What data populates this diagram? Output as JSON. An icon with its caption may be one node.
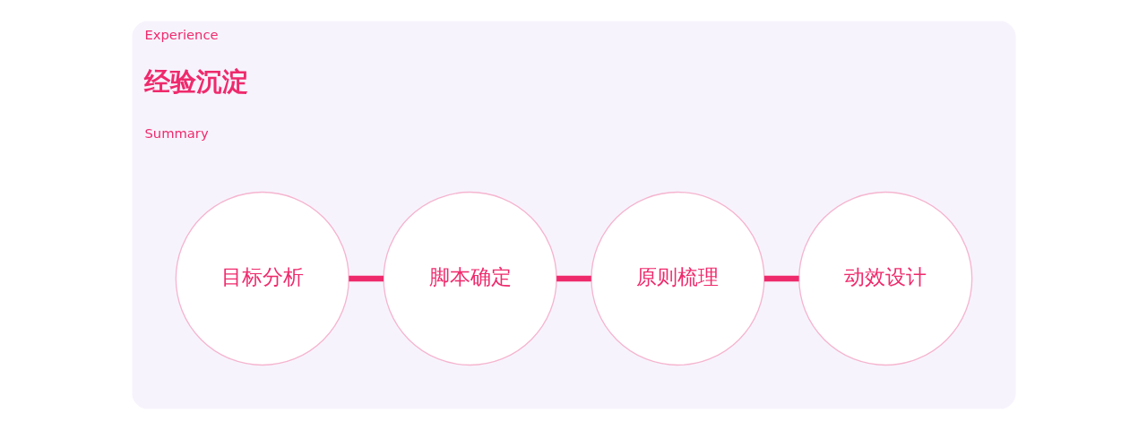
{
  "diagram": {
    "nodes": [
      {
        "text": [
          "Experience",
          "经验沉淀",
          "Summary"
        ]
      },
      {
        "text": [
          "目标分析"
        ],
        "in": 0
      },
      {
        "text": [
          "脚本确定"
        ],
        "in": 0
      },
      {
        "text": [
          "原则梳理"
        ],
        "in": 0
      },
      {
        "text": [
          "动效设计"
        ],
        "in": 0
      }
    ],
    "edges": [
      {
        "from": 1,
        "to": 2,
        "arrow": "none"
      },
      {
        "from": 2,
        "to": 3,
        "arrow": "none"
      },
      {
        "from": 3,
        "to": 4,
        "arrow": "none"
      }
    ]
  }
}
